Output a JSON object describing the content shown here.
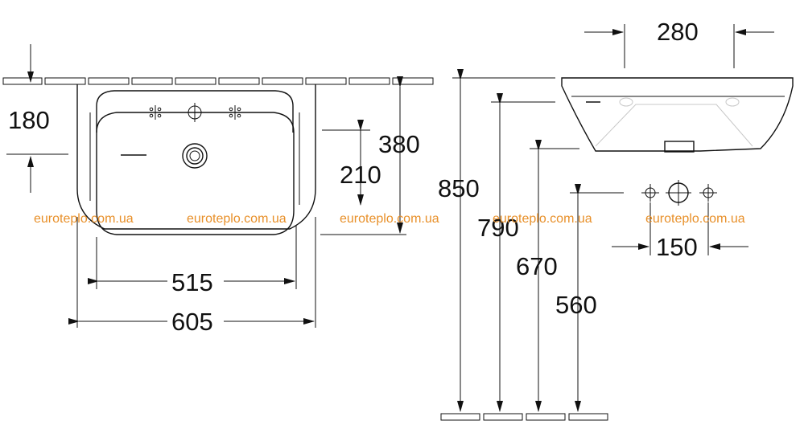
{
  "dimensions": {
    "d180": "180",
    "d380": "380",
    "d210": "210",
    "d515": "515",
    "d605": "605",
    "d850": "850",
    "d790": "790",
    "d670": "670",
    "d560": "560",
    "d280": "280",
    "d150": "150"
  },
  "watermarks": [
    "euroteplo.com.ua",
    "euroteplo.com.ua",
    "euroteplo.com.ua",
    "euroteplo.com.ua",
    "euroteplo.com.ua"
  ],
  "colors": {
    "line": "#111111",
    "watermark": "#e8902a",
    "hidden_line": "#c8c8c8"
  }
}
